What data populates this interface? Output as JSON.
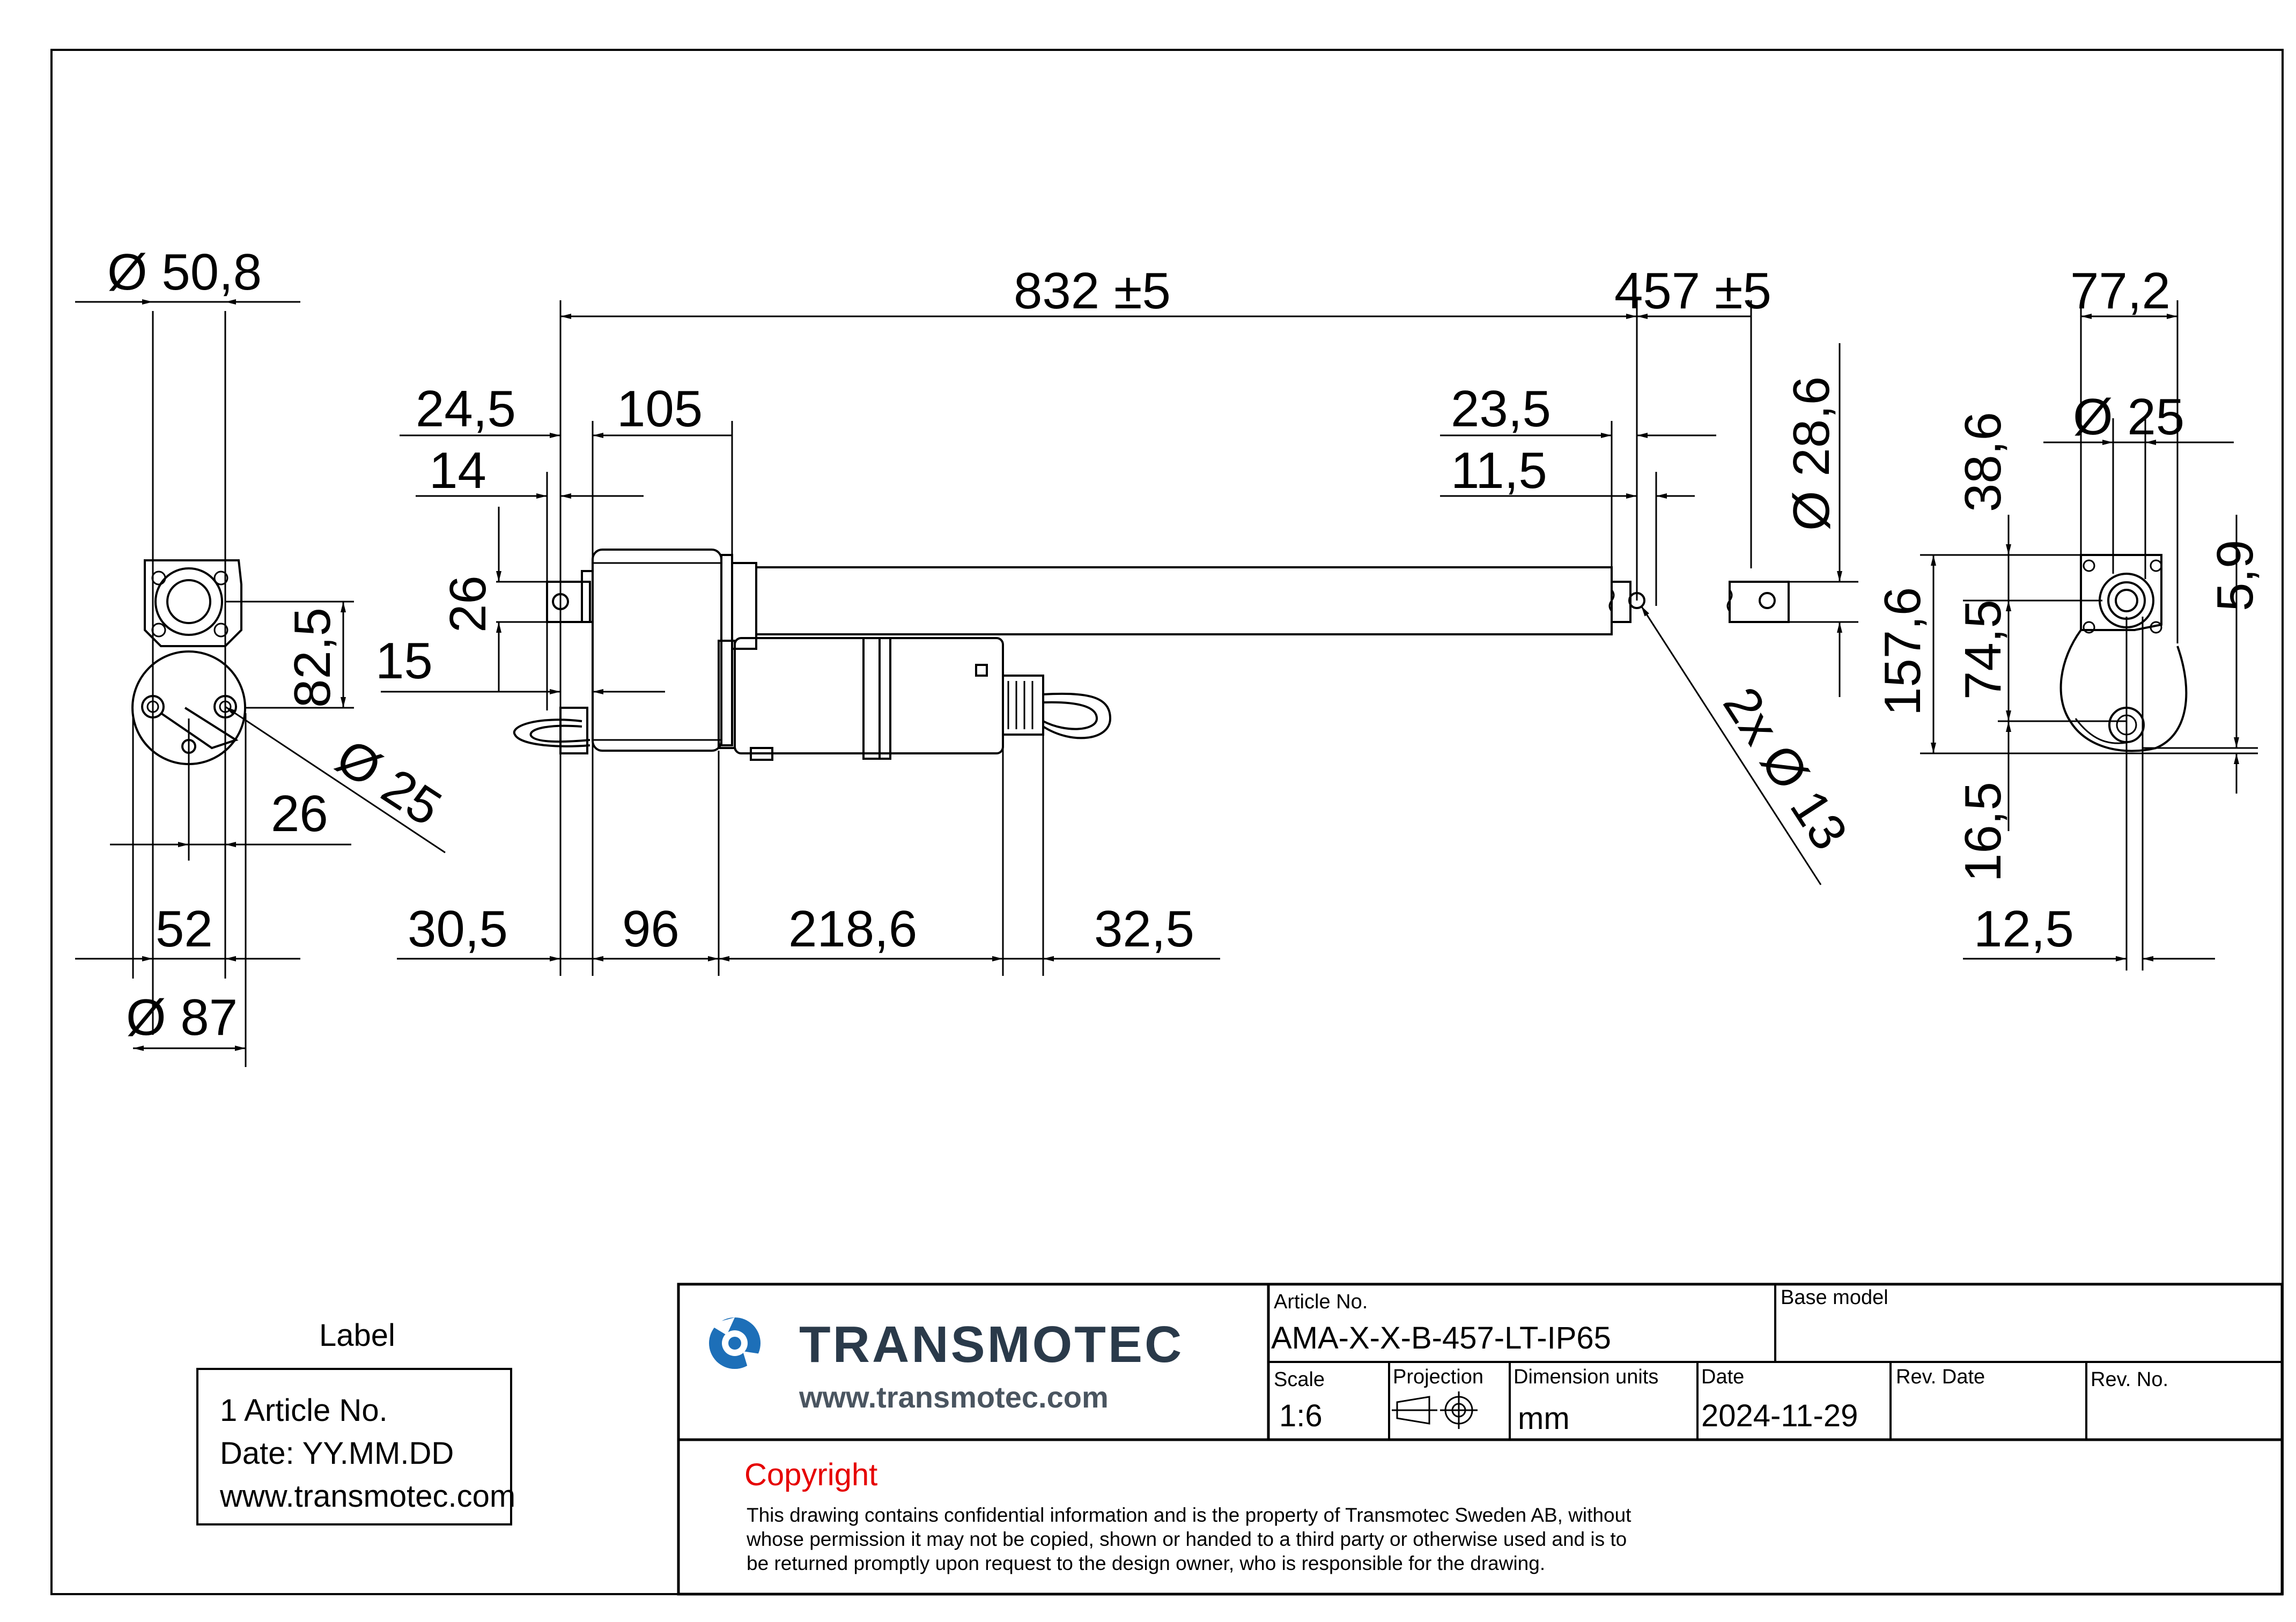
{
  "dimensions": {
    "d_50_8": "Ø 50,8",
    "d_832": "832 ±5",
    "d_457": "457 ±5",
    "d_77_2": "77,2",
    "d_24_5": "24,5",
    "d_105": "105",
    "d_14": "14",
    "d_23_5": "23,5",
    "d_11_5": "11,5",
    "d_28_6": "Ø 28,6",
    "d_25_right": "Ø 25",
    "d_38_6": "38,6",
    "d_26_vert": "26",
    "d_82_5": "82,5",
    "d_15": "15",
    "d_25_left": "Ø 25",
    "d_26": "26",
    "d_52": "52",
    "d_87": "Ø 87",
    "d_30_5": "30,5",
    "d_96": "96",
    "d_218_6": "218,6",
    "d_32_5": "32,5",
    "d_2x13": "2x Ø 13",
    "d_157_6": "157,6",
    "d_74_5": "74,5",
    "d_5_9": "5,9",
    "d_16_5": "16,5",
    "d_12_5": "12,5"
  },
  "label_box": {
    "heading": "Label",
    "line1": "1 Article No.",
    "line2": "Date: YY.MM.DD",
    "line3": "www.transmotec.com"
  },
  "title_block": {
    "brand_name": "TRANSMOTEC",
    "brand_url": "www.transmotec.com",
    "article_no_label": "Article No.",
    "article_no_value": "AMA-X-X-B-457-LT-IP65",
    "base_model_label": "Base model",
    "base_model_value": "",
    "scale_label": "Scale",
    "scale_value": "1:6",
    "projection_label": "Projection",
    "dimension_units_label": "Dimension units",
    "dimension_units_value": "mm",
    "date_label": "Date",
    "date_value": "2024-11-29",
    "rev_date_label": "Rev. Date",
    "rev_no_label": "Rev. No.",
    "copyright_title": "Copyright",
    "copyright_line1": "This drawing contains confidential information and is the property of Transmotec Sweden AB, without",
    "copyright_line2": "whose permission it may not be copied, shown or handed to a third party or otherwise used and is to",
    "copyright_line3": "be returned promptly upon request to the design owner, who is responsible for the drawing."
  },
  "colors": {
    "logo_blue": "#1d6fb8",
    "copyright_red": "#e60000",
    "brand_dark": "#2a3a4a"
  }
}
